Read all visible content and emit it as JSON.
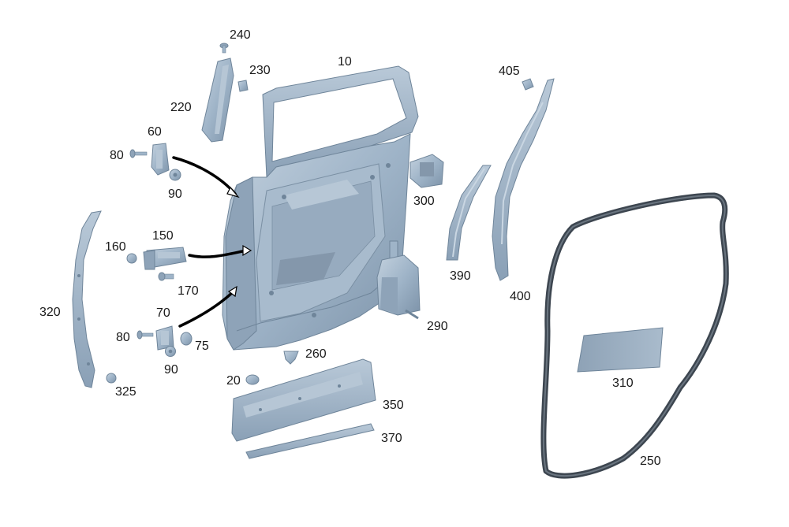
{
  "colors": {
    "part": "#9fb4c8",
    "part_shade": "#7d93a9",
    "part_dark": "#5f7489",
    "part_light": "#c9d6e2",
    "seal": "#3d4650",
    "pointer": "#000000",
    "label": "#1a1a1a"
  },
  "parts": {
    "door_frame": "10",
    "bump_stop_lower": "20",
    "trim_strip_upper": "220",
    "clip_upper": "230",
    "screw_top": "240",
    "upper_hinge": "60",
    "bolt_upper": "80",
    "nut_upper": "90",
    "check_strap": "150",
    "grommet": "160",
    "check_bolt": "170",
    "lower_hinge": "70",
    "bolt_lower": "80",
    "nut_lower": "90",
    "cap_lower": "75",
    "seal_front": "320",
    "plug_front": "325",
    "clip_center": "260",
    "lock": "300",
    "actuator": "290",
    "trim_curved": "390",
    "weatherstrip_b": "400",
    "clip_b": "405",
    "door_seal": "250",
    "sound_pad": "310",
    "sill_trim": "350",
    "sill_strip": "370"
  }
}
